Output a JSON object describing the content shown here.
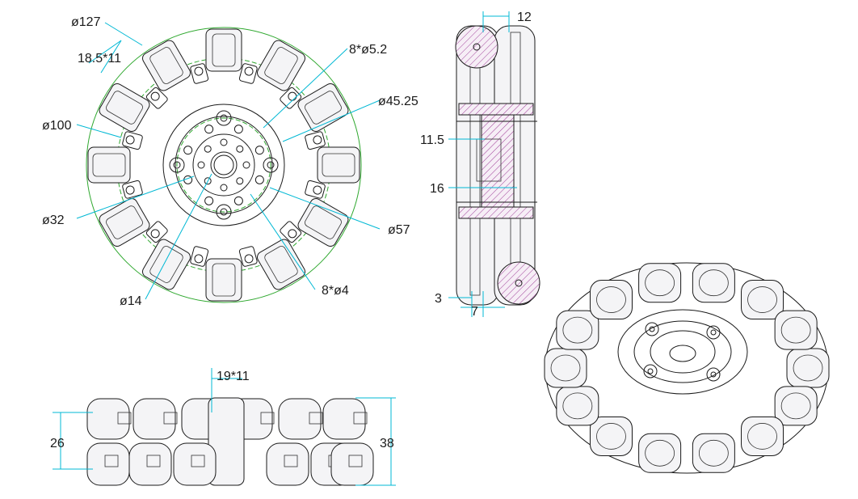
{
  "labels": {
    "d127": "ø127",
    "r185x11": "18.5*11",
    "d100": "ø100",
    "d32": "ø32",
    "d14": "ø14",
    "holes8x52": "8*ø5.2",
    "d4525": "ø45.25",
    "d57": "ø57",
    "holes8x4": "8*ø4",
    "w12": "12",
    "w115": "11.5",
    "w16": "16",
    "w3": "3",
    "w7": "7",
    "r19x11": "19*11",
    "h26": "26",
    "h38": "38"
  },
  "colors": {
    "dimension_line": "#00b8d4",
    "outline": "#2fa82f",
    "section_hatch": "#a0409a"
  }
}
